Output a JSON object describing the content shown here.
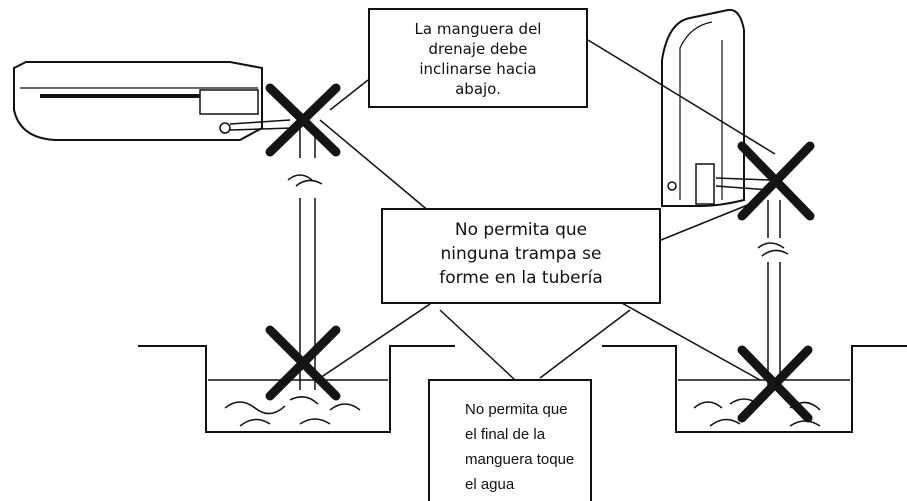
{
  "callouts": {
    "slope": {
      "lines": [
        "La manguera del",
        "drenaje debe",
        "inclinarse hacia",
        "abajo."
      ]
    },
    "trap": {
      "lines": [
        "No permita que",
        "ninguna trampa se",
        "forme en la tubería"
      ]
    },
    "water": {
      "lines": [
        "No permita que",
        "el final de la",
        "manguera toque",
        "el agua"
      ]
    }
  },
  "colors": {
    "stroke": "#111111",
    "cross": "#141414",
    "background": "#ffffff"
  }
}
